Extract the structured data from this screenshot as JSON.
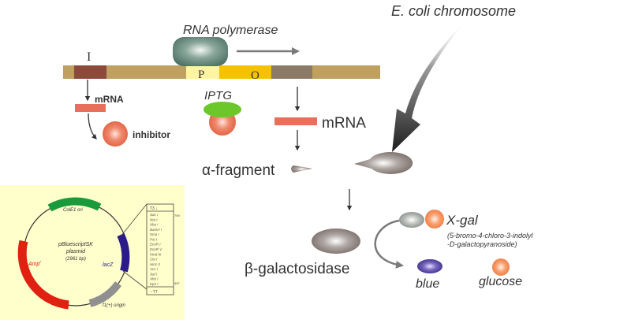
{
  "diagram": {
    "operon": {
      "gene_I_label": "I",
      "promoter_label": "P",
      "operator_label": "O",
      "rna_polymerase_label": "RNA polymerase"
    },
    "repressor_path": {
      "mrna_label": "mRNA",
      "inhibitor_label": "inhibitor",
      "iptg_label": "IPTG"
    },
    "lacz_path": {
      "mrna_label": "mRNA",
      "alpha_fragment_label": "α-fragment",
      "ecoli_chromosome_label": "E. coli chromosome",
      "beta_gal_label": "β-galactosidase"
    },
    "xgal_reaction": {
      "xgal_label": "X-gal",
      "xgal_fullname_line1": "(5-bromo-4-chloro-3-indolyl",
      "xgal_fullname_line2": "-D-galactopyranoside)",
      "blue_label": "blue",
      "glucose_label": "glucose"
    },
    "plasmid": {
      "name_line1": "pBluescriptSK",
      "name_line2": "plasmid",
      "size": "(2961 bp)",
      "features": {
        "ori": "ColE1 ori",
        "lacz": "lacZ",
        "amp": "Amp",
        "amp_sup": "r",
        "f1": "f1(+) origin"
      },
      "mcs": {
        "top_promoter": "T3 ↓",
        "bottom_promoter": "↑ T7",
        "start_coord": "759",
        "end_coord": "657",
        "sites": [
          "Sac I",
          "Not I",
          "Xba I",
          "BamH I",
          "Sma I",
          "Pst I",
          "EcoR I",
          "EcoR V",
          "Hind III",
          "Cla I",
          "Hinc II",
          "Acc I",
          "Sal I",
          "Xho I",
          "Kpn I"
        ]
      }
    },
    "colors": {
      "bar": "#bfa060",
      "gene_I": "#8b4a3a",
      "promoter": "#fff5a0",
      "operator": "#f5c200",
      "lacz_segment": "#8a7a66",
      "mrna": "#e8705a",
      "iptg": "#6cc82a",
      "panel": "#ffffcc",
      "ori_green": "#1a9a3a",
      "amp_red": "#e02010",
      "lacz_blue": "#2a1a8a",
      "f1_gray": "#909090"
    }
  }
}
